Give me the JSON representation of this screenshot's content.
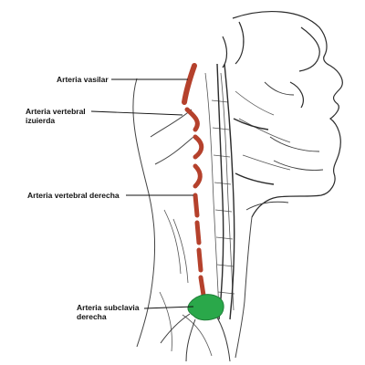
{
  "labels": {
    "basilar": "Arteria vasilar",
    "left_vertebral_line1": "Arteria vertebral",
    "left_vertebral_line2": "izuierda",
    "right_vertebral": "Arteria vertebral derecha",
    "subclavian_line1": "Arteria subclavia",
    "subclavian_line2": "derecha"
  },
  "colors": {
    "vertebral_artery": "#b5412c",
    "subclavian_artery": "#2aa84a",
    "outline": "#2b2b2b",
    "leader_line": "#111111"
  }
}
